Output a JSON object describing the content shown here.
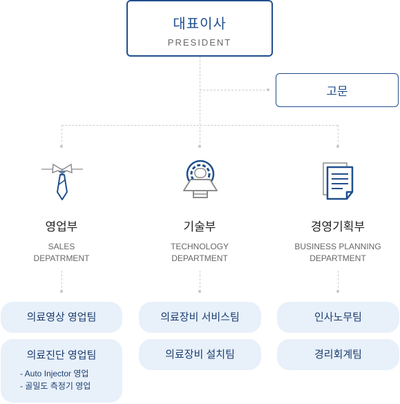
{
  "president": {
    "title": "대표이사",
    "subtitle": "PRESIDENT"
  },
  "advisor": {
    "label": "고문"
  },
  "departments": [
    {
      "name": "영업부",
      "english": "SALES\nDEPATRMENT",
      "icon": "necktie-icon",
      "teams": [
        {
          "name": "의료영상 영업팀"
        },
        {
          "name": "의료진단 영업팀",
          "notes": [
            "- Auto Injector 영업",
            "- 골밀도 측정기 영업"
          ]
        }
      ]
    },
    {
      "name": "기술부",
      "english": "TECHNOLOGY\nDEPARTMENT",
      "icon": "medical-scanner-icon",
      "teams": [
        {
          "name": "의료장비 서비스팀"
        },
        {
          "name": "의료장비 설치팀"
        }
      ]
    },
    {
      "name": "경영기획부",
      "english": "BUSINESS PLANNING\nDEPARTMENT",
      "icon": "document-icon",
      "teams": [
        {
          "name": "인사노무팀"
        },
        {
          "name": "경리회계팀"
        }
      ]
    }
  ],
  "colors": {
    "primary": "#1f4e8c",
    "pill": "#e8f0fa",
    "line": "#cccccc"
  }
}
